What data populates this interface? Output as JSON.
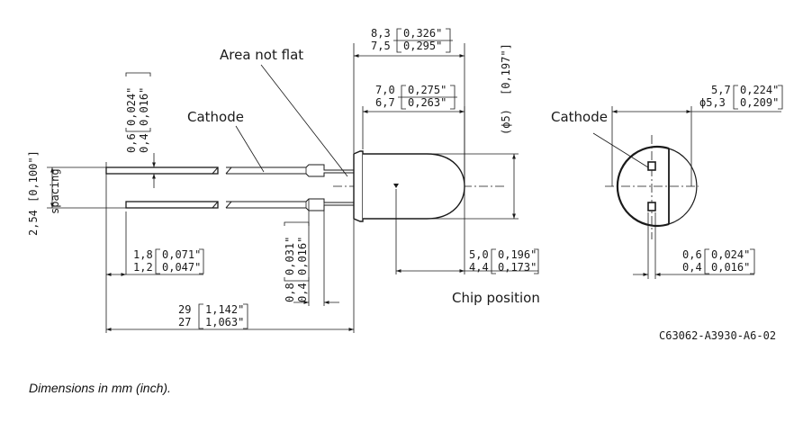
{
  "labels": {
    "area_not_flat": "Area not flat",
    "cathode_side": "Cathode",
    "cathode_front": "Cathode",
    "chip_position": "Chip position",
    "spacing": "spacing",
    "part_number": "C63062-A3930-A6-02"
  },
  "dimensions": {
    "flange_max": "8,3",
    "flange_max_in": "0,326\"",
    "flange_min": "7,5",
    "flange_min_in": "0,295\"",
    "body_max": "7,0",
    "body_max_in": "0,275\"",
    "body_min": "6,7",
    "body_min_in": "0,263\"",
    "diameter": "(ϕ5)",
    "diameter_in": "[0,197\"]",
    "pitch": "2,54",
    "pitch_in": "[0,100\"]",
    "lead_max": "0,6",
    "lead_max_in": "0,024\"",
    "lead_min": "0,4",
    "lead_min_in": "0,016\"",
    "stub_max": "1,8",
    "stub_max_in": "0,071\"",
    "stub_min": "1,2",
    "stub_min_in": "0,047\"",
    "neck_max": "0,8",
    "neck_max_in": "0,031\"",
    "neck_min": "0,4",
    "neck_min_in": "0,016\"",
    "chip_max": "5,0",
    "chip_max_in": "0,196\"",
    "chip_min": "4,4",
    "chip_min_in": "0,173\"",
    "length_max": "29",
    "length_max_in": "1,142\"",
    "length_min": "27",
    "length_min_in": "1,063\"",
    "front_dia_max": "5,7",
    "front_dia_max_in": "0,224\"",
    "front_dia_min": "ϕ5,3",
    "front_dia_min_in": "0,209\"",
    "front_lead_max": "0,6",
    "front_lead_max_in": "0,024\"",
    "front_lead_min": "0,4",
    "front_lead_min_in": "0,016\""
  },
  "caption": "Dimensions in mm (inch)."
}
